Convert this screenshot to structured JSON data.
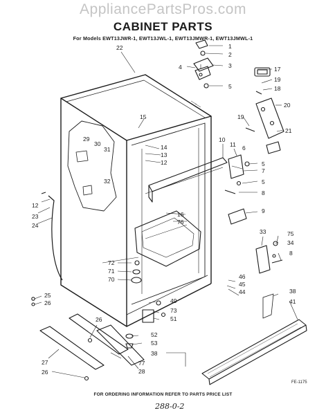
{
  "header": {
    "watermark": "AppliancePartsPros.com",
    "title": "CABINET PARTS",
    "models": "For Models EWT13JWR-1, EWT13JWL-1, EWT13JMWR-1, EWT13JMWL-1"
  },
  "callouts": [
    {
      "id": "c1",
      "text": "1"
    },
    {
      "id": "c2",
      "text": "2"
    },
    {
      "id": "c3",
      "text": "3"
    },
    {
      "id": "c4",
      "text": "4"
    },
    {
      "id": "c5a",
      "text": "5"
    },
    {
      "id": "c6",
      "text": "6"
    },
    {
      "id": "c5b",
      "text": "5"
    },
    {
      "id": "c7",
      "text": "7"
    },
    {
      "id": "c5c",
      "text": "5"
    },
    {
      "id": "c8a",
      "text": "8"
    },
    {
      "id": "c9",
      "text": "9"
    },
    {
      "id": "c10",
      "text": "10"
    },
    {
      "id": "c11",
      "text": "11"
    },
    {
      "id": "c12a",
      "text": "12"
    },
    {
      "id": "c12b",
      "text": "12"
    },
    {
      "id": "c13",
      "text": "13"
    },
    {
      "id": "c14",
      "text": "14"
    },
    {
      "id": "c15",
      "text": "15"
    },
    {
      "id": "c16",
      "text": "16"
    },
    {
      "id": "c17",
      "text": "17"
    },
    {
      "id": "c18",
      "text": "18"
    },
    {
      "id": "c19a",
      "text": "19"
    },
    {
      "id": "c19b",
      "text": "19"
    },
    {
      "id": "c20",
      "text": "20"
    },
    {
      "id": "c21",
      "text": "21"
    },
    {
      "id": "c22",
      "text": "22"
    },
    {
      "id": "c23",
      "text": "23"
    },
    {
      "id": "c24",
      "text": "24"
    },
    {
      "id": "c25",
      "text": "25"
    },
    {
      "id": "c26a",
      "text": "26"
    },
    {
      "id": "c26b",
      "text": "26"
    },
    {
      "id": "c26c",
      "text": "26"
    },
    {
      "id": "c27",
      "text": "27"
    },
    {
      "id": "c28",
      "text": "28"
    },
    {
      "id": "c29",
      "text": "29"
    },
    {
      "id": "c30",
      "text": "30"
    },
    {
      "id": "c31",
      "text": "31"
    },
    {
      "id": "c32",
      "text": "32"
    },
    {
      "id": "c33",
      "text": "33"
    },
    {
      "id": "c34",
      "text": "34"
    },
    {
      "id": "c75",
      "text": "75"
    },
    {
      "id": "c8b",
      "text": "8"
    },
    {
      "id": "c38a",
      "text": "38"
    },
    {
      "id": "c38b",
      "text": "38"
    },
    {
      "id": "c41",
      "text": "41"
    },
    {
      "id": "c44",
      "text": "44"
    },
    {
      "id": "c45",
      "text": "45"
    },
    {
      "id": "c46",
      "text": "46"
    },
    {
      "id": "c49",
      "text": "49"
    },
    {
      "id": "c73",
      "text": "73"
    },
    {
      "id": "c51",
      "text": "51"
    },
    {
      "id": "c52",
      "text": "52"
    },
    {
      "id": "c53",
      "text": "53"
    },
    {
      "id": "c70",
      "text": "70"
    },
    {
      "id": "c71",
      "text": "71"
    },
    {
      "id": "c72",
      "text": "72"
    },
    {
      "id": "c76",
      "text": "76"
    },
    {
      "id": "c77",
      "text": "77"
    }
  ],
  "footer": {
    "note": "FOR ORDERING INFORMATION REFER TO PARTS PRICE LIST",
    "figure_code": "FE-1175",
    "handwritten": "288-0-2"
  }
}
